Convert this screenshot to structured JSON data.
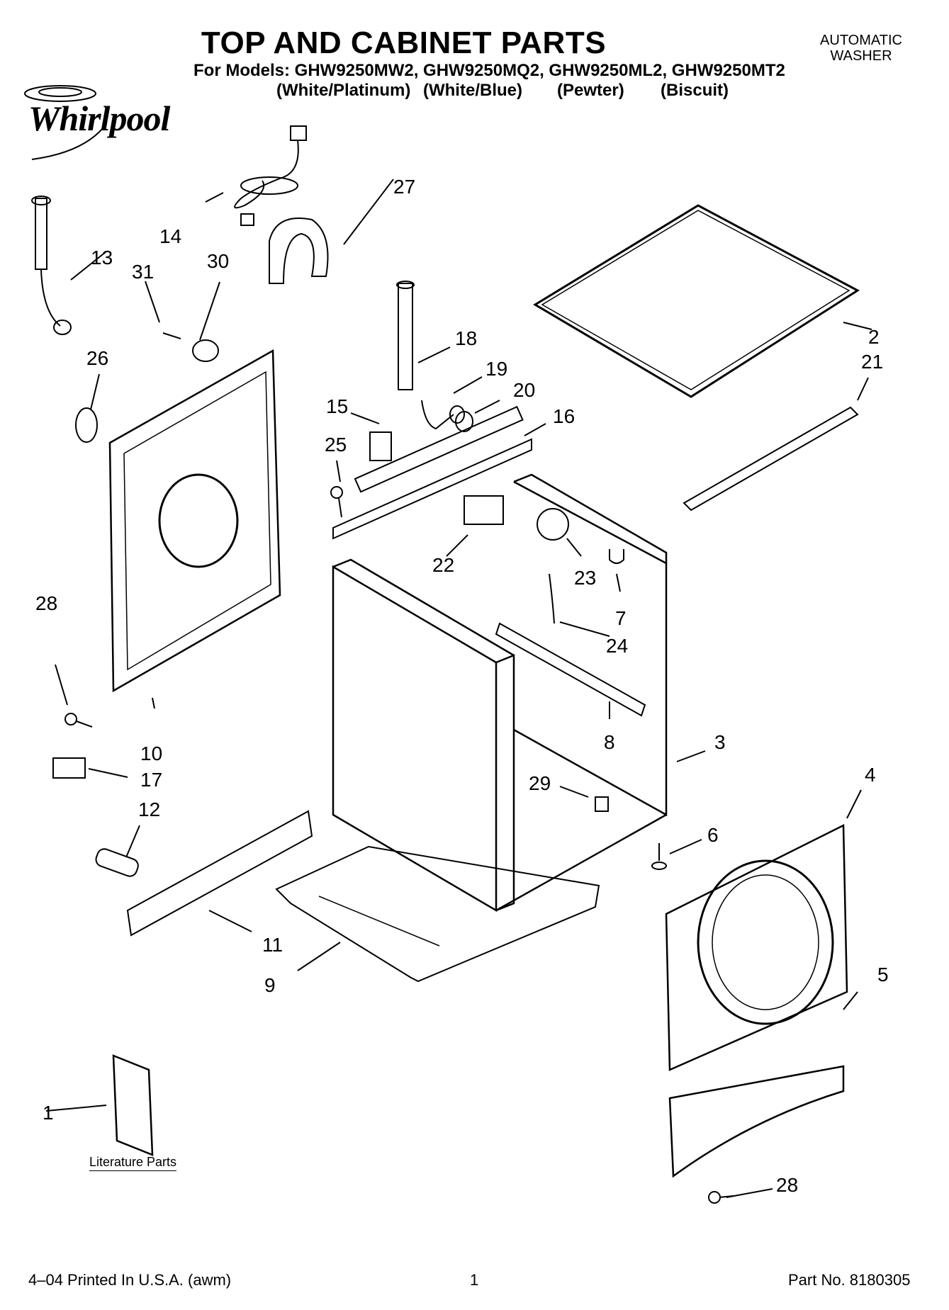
{
  "header": {
    "title": "TOP AND CABINET PARTS",
    "models": "For Models: GHW9250MW2, GHW9250MQ2, GHW9250ML2, GHW9250MT2",
    "colors": [
      "(White/Platinum)",
      "(White/Blue)",
      "(Pewter)",
      "(Biscuit)"
    ],
    "type_line1": "AUTOMATIC",
    "type_line2": "WASHER"
  },
  "brand": {
    "logo_text": "Whirlpool"
  },
  "callouts": {
    "c1": "1",
    "c2": "2",
    "c3": "3",
    "c4": "4",
    "c5": "5",
    "c6": "6",
    "c7": "7",
    "c8": "8",
    "c9": "9",
    "c10": "10",
    "c11": "11",
    "c12": "12",
    "c13": "13",
    "c14": "14",
    "c15": "15",
    "c16": "16",
    "c17": "17",
    "c18": "18",
    "c19": "19",
    "c20": "20",
    "c21": "21",
    "c22": "22",
    "c23": "23",
    "c24": "24",
    "c25": "25",
    "c26": "26",
    "c27": "27",
    "c28a": "28",
    "c28b": "28",
    "c29": "29",
    "c30": "30",
    "c31": "31"
  },
  "literature_label": "Literature Parts",
  "footer": {
    "print_info": "4–04 Printed In U.S.A. (awm)",
    "page": "1",
    "part_no": "Part No. 8180305"
  }
}
